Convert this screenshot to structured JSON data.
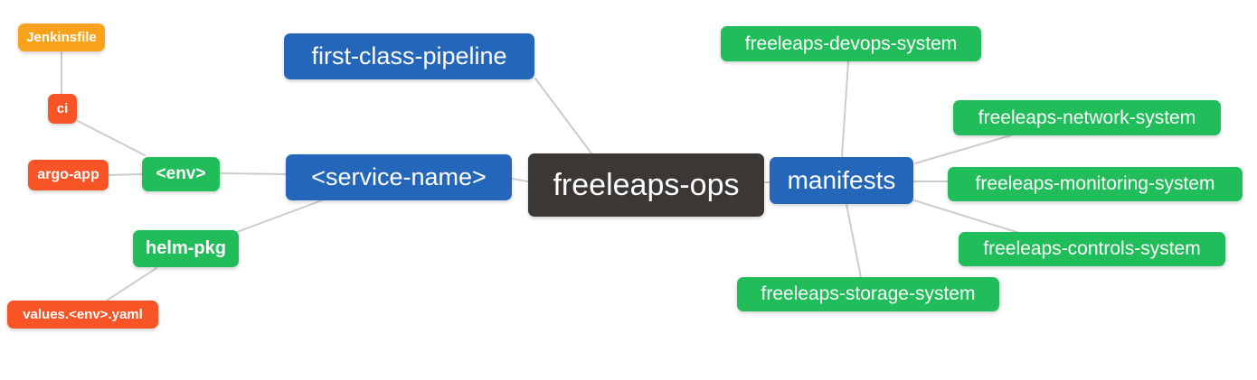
{
  "diagram": {
    "type": "mindmap",
    "root_label": "freeleaps-ops"
  },
  "palette": {
    "canvas_bg": "#FFFFFF",
    "root_bg": "#3B3735",
    "branch_blue_bg": "#2467BA",
    "leaf_green_bg": "#21BD5A",
    "leaf_red_bg": "#F95425",
    "leaf_orange_bg": "#F9A21C",
    "edge_line": "#CCCCCC",
    "node_text": "#FFFFFF"
  },
  "nodes": [
    {
      "id": "jenkinsfile",
      "label": "Jenkinsfile",
      "color": "orange"
    },
    {
      "id": "ci",
      "label": "ci",
      "color": "red"
    },
    {
      "id": "argo-app",
      "label": "argo-app",
      "color": "red"
    },
    {
      "id": "env",
      "label": "<env>",
      "color": "green"
    },
    {
      "id": "helm-pkg",
      "label": "helm-pkg",
      "color": "green"
    },
    {
      "id": "values-env-yaml",
      "label": "values.<env>.yaml",
      "color": "red"
    },
    {
      "id": "first-class-pipeline",
      "label": "first-class-pipeline",
      "color": "blue"
    },
    {
      "id": "service-name",
      "label": "<service-name>",
      "color": "blue"
    },
    {
      "id": "freeleaps-ops",
      "label": "freeleaps-ops",
      "color": "dark"
    },
    {
      "id": "manifests",
      "label": "manifests",
      "color": "blue"
    },
    {
      "id": "freeleaps-devops-system",
      "label": "freeleaps-devops-system",
      "color": "green"
    },
    {
      "id": "freeleaps-network-system",
      "label": "freeleaps-network-system",
      "color": "green"
    },
    {
      "id": "freeleaps-monitoring-system",
      "label": "freeleaps-monitoring-system",
      "color": "green"
    },
    {
      "id": "freeleaps-controls-system",
      "label": "freeleaps-controls-system",
      "color": "green"
    },
    {
      "id": "freeleaps-storage-system",
      "label": "freeleaps-storage-system",
      "color": "green"
    }
  ],
  "edges": [
    {
      "from": "Jenkinsfile",
      "to": "ci"
    },
    {
      "from": "ci",
      "to": "<env>"
    },
    {
      "from": "argo-app",
      "to": "<env>"
    },
    {
      "from": "<env>",
      "to": "<service-name>"
    },
    {
      "from": "helm-pkg",
      "to": "<service-name>"
    },
    {
      "from": "values.<env>.yaml",
      "to": "helm-pkg"
    },
    {
      "from": "first-class-pipeline",
      "to": "freeleaps-ops"
    },
    {
      "from": "<service-name>",
      "to": "freeleaps-ops"
    },
    {
      "from": "freeleaps-ops",
      "to": "manifests"
    },
    {
      "from": "manifests",
      "to": "freeleaps-devops-system"
    },
    {
      "from": "manifests",
      "to": "freeleaps-network-system"
    },
    {
      "from": "manifests",
      "to": "freeleaps-monitoring-system"
    },
    {
      "from": "manifests",
      "to": "freeleaps-controls-system"
    },
    {
      "from": "manifests",
      "to": "freeleaps-storage-system"
    }
  ]
}
